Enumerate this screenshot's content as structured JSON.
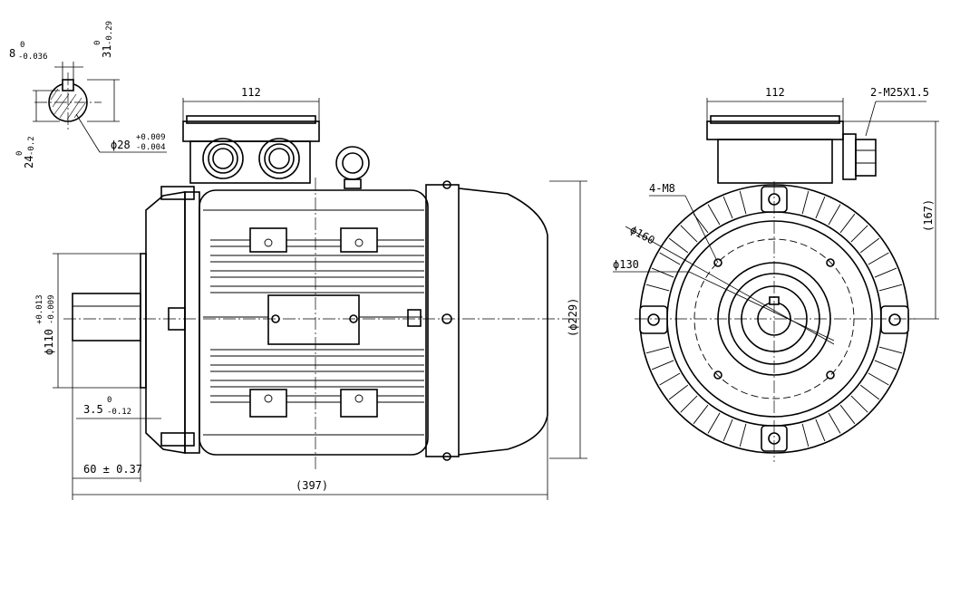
{
  "dimensions": {
    "key_width": "8",
    "key_width_tol_upper": "0",
    "key_width_tol_lower": "-0.036",
    "shaft_key_depth": "31",
    "shaft_key_depth_tol_upper": "0",
    "shaft_key_depth_tol_lower": "-0.29",
    "keyway_height": "24",
    "keyway_height_tol_upper": "0",
    "keyway_height_tol_lower": "-0.2",
    "shaft_diameter": "ϕ28",
    "shaft_diameter_tol_upper": "+0.009",
    "shaft_diameter_tol_lower": "-0.004",
    "terminal_box_width_side": "112",
    "terminal_box_width_front": "112",
    "cable_gland": "2-M25X1.5",
    "spigot_diameter": "ϕ110",
    "spigot_tol_upper": "+0.013",
    "spigot_tol_lower": "-0.009",
    "spigot_depth": "3.5",
    "spigot_depth_tol_upper": "0",
    "spigot_depth_tol_lower": "-0.12",
    "shaft_length": "60 ± 0.37",
    "overall_length": "(397)",
    "overall_diameter": "(ϕ229)",
    "flange_holes": "4-M8",
    "pcd": "ϕ130",
    "flange_diameter": "ϕ160",
    "total_height": "(167)"
  }
}
